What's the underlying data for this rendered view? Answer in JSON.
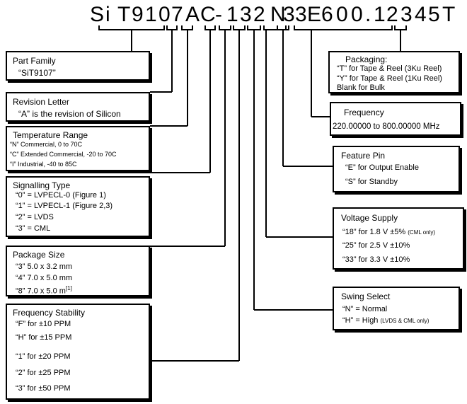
{
  "part_number": {
    "chars": [
      "S",
      "i",
      "T",
      "9",
      "1",
      "0",
      "7",
      "A",
      "C",
      "-",
      "1",
      "3",
      "2",
      "N",
      "3",
      "3",
      "E",
      "6",
      "0",
      "0",
      ".",
      "1",
      "2",
      "3",
      "4",
      "5",
      "T"
    ]
  },
  "left_boxes": [
    {
      "title": "Part Family",
      "lines": [
        "“SiT9107”"
      ]
    },
    {
      "title": "Revision Letter",
      "lines": [
        "“A” is the revision of Silicon"
      ]
    },
    {
      "title": "Temperature Range",
      "lines": [
        "“N”   Commercial, 0 to 70C",
        "“C”   Extended Commercial, -20 to 70C",
        "“I”    Industrial, -40 to 85C"
      ]
    },
    {
      "title": "Signalling Type",
      "lines": [
        "“0” = LVPECL-0 (Figure 1)",
        "“1” = LVPECL-1 (Figure 2,3)",
        "“2” = LVDS",
        "“3” = CML"
      ]
    },
    {
      "title": "Package Size",
      "lines": [
        "“3”  5.0 x 3.2 mm",
        "“4”  7.0 x 5.0 mm",
        "“8”  7.0 x 5.0 m"
      ],
      "footnote": "[1]"
    },
    {
      "title": "Frequency Stability",
      "lines": [
        "“F” for ±10 PPM",
        "“H” for ±15 PPM",
        "“1” for ±20 PPM",
        "“2” for ±25 PPM",
        "“3” for ±50 PPM"
      ]
    }
  ],
  "right_boxes": [
    {
      "title": "Packaging:",
      "lines": [
        "“T” for Tape & Reel (3Ku Reel)",
        "“Y” for Tape & Reel (1Ku Reel)",
        "Blank for Bulk"
      ]
    },
    {
      "title": "Frequency",
      "lines": [
        "220.00000 to 800.00000 MHz"
      ]
    },
    {
      "title": "Feature Pin",
      "lines": [
        "“E” for Output Enable",
        "“S” for Standby"
      ]
    },
    {
      "title": "Voltage Supply",
      "lines": [
        "“18” for 1.8 V ±5%",
        "“25” for 2.5 V ±10%",
        "“33” for 3.3 V ±10%"
      ],
      "note": "(CML only)"
    },
    {
      "title": "Swing Select",
      "lines": [
        "“N” = Normal",
        "“H” = High"
      ],
      "note": "(LVDS & CML only)"
    }
  ]
}
